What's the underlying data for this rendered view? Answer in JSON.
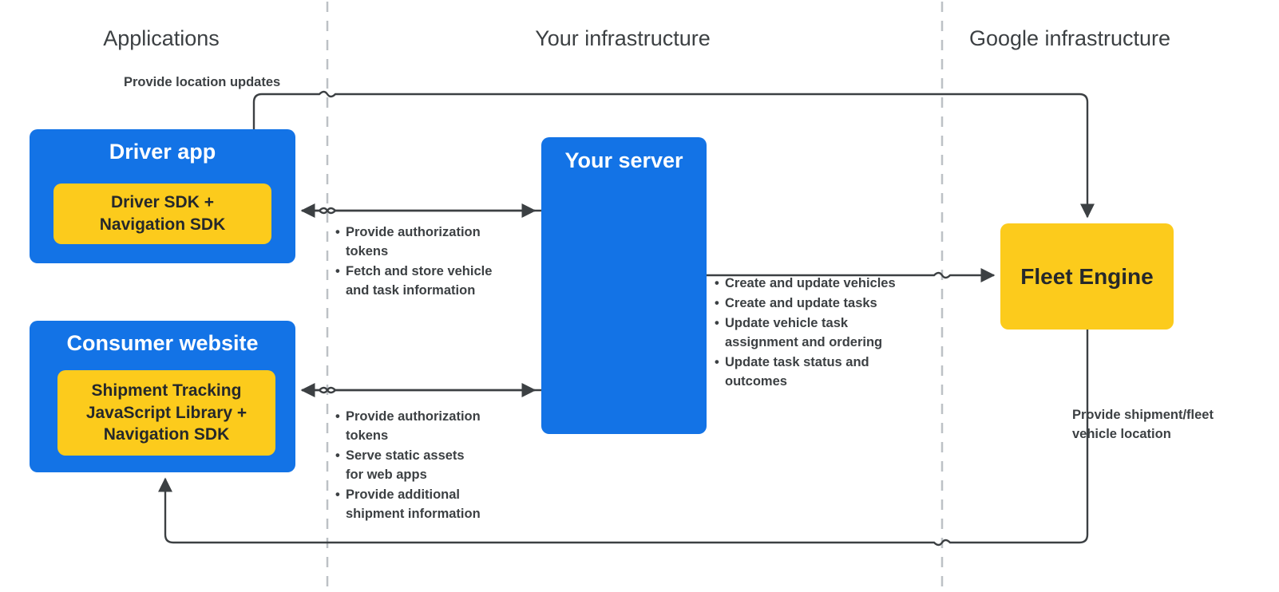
{
  "diagram": {
    "title": "Fleet Engine integration architecture",
    "colors": {
      "blue": "#1373E6",
      "yellow": "#FCCB1C",
      "text_dark": "#3c4043",
      "node_text_dark": "#25282b",
      "divider": "#bdc1c6",
      "wire": "#3c4043"
    }
  },
  "zones": [
    {
      "id": "applications",
      "label": "Applications"
    },
    {
      "id": "your-infrastructure",
      "label": "Your infrastructure"
    },
    {
      "id": "google-infrastructure",
      "label": "Google infrastructure"
    }
  ],
  "nodes": {
    "driver_app": {
      "title": "Driver app",
      "inner_label": "Driver SDK +\nNavigation SDK"
    },
    "consumer_website": {
      "title": "Consumer website",
      "inner_label": "Shipment Tracking\nJavaScript Library  +\nNavigation SDK"
    },
    "your_server": {
      "title": "Your server"
    },
    "fleet_engine": {
      "title": "Fleet Engine"
    }
  },
  "annotations": {
    "location_updates": "Provide location updates",
    "driver_server_bullets": [
      "Provide authorization\ntokens",
      "Fetch and store vehicle\nand task information"
    ],
    "consumer_server_bullets": [
      "Provide authorization\ntokens",
      "Serve static assets\nfor web apps",
      "Provide additional\nshipment information"
    ],
    "server_fleet_bullets": [
      "Create and update vehicles",
      "Create and update tasks",
      "Update vehicle task\nassignment and ordering",
      "Update task status and\noutcomes"
    ],
    "fleet_consumer": "Provide shipment/fleet\nvehicle location"
  }
}
